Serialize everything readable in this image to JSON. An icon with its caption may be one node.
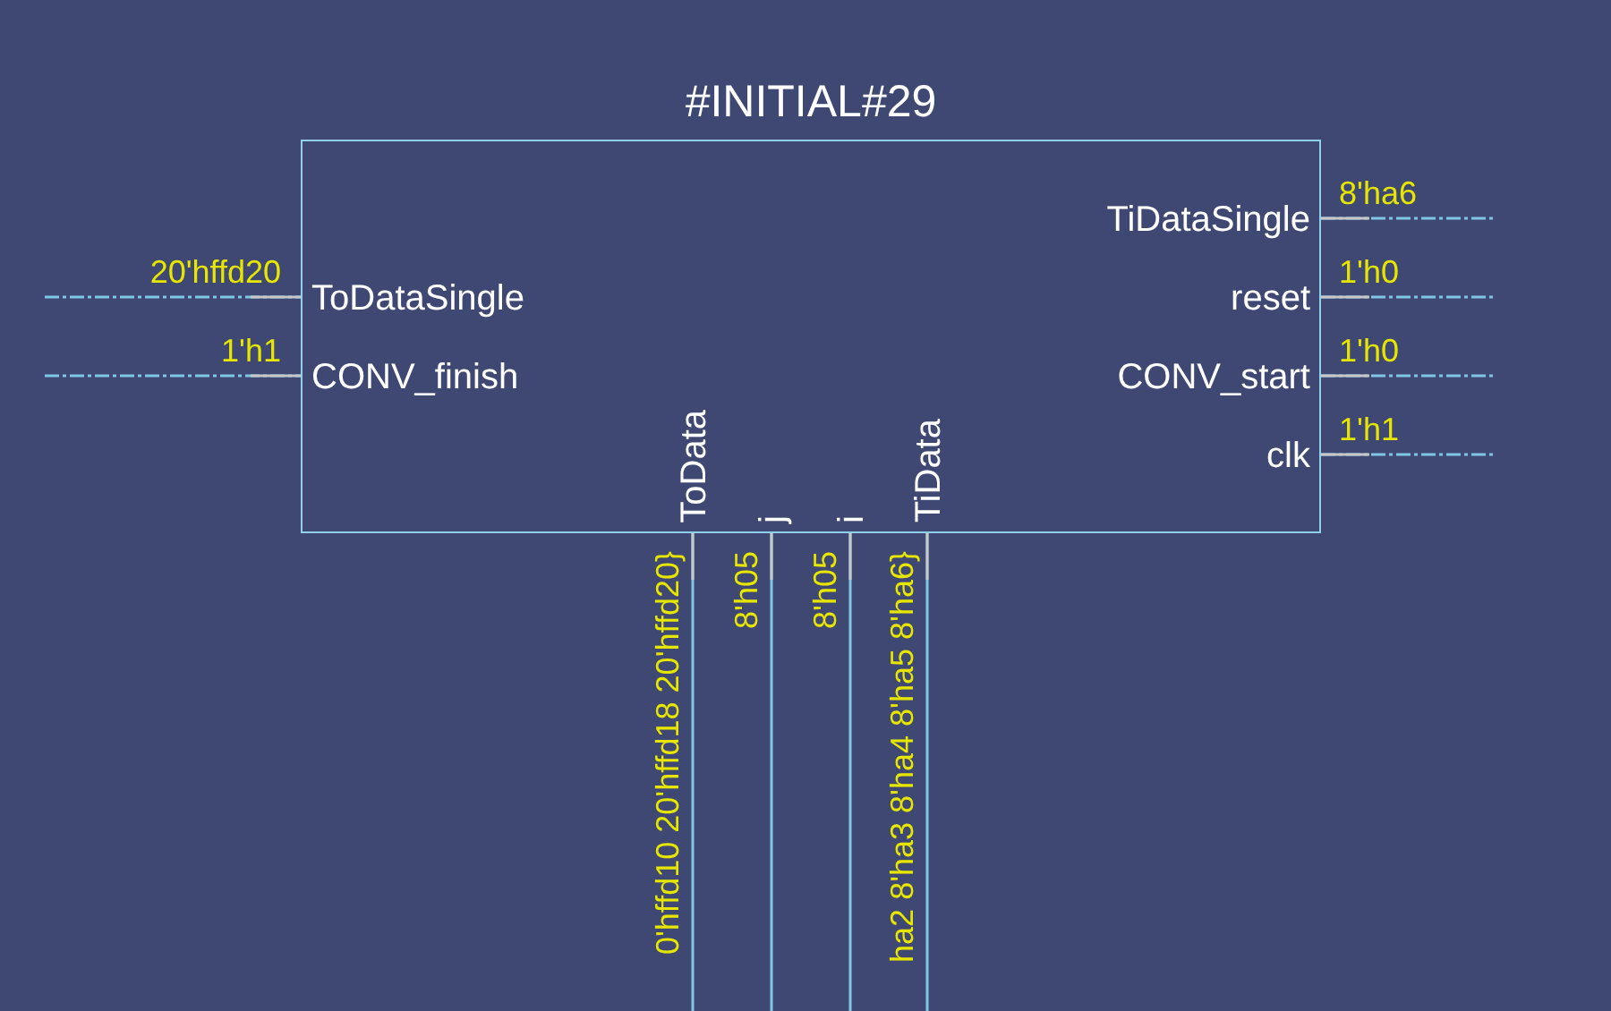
{
  "diagram": {
    "nodes": [
      {
        "text": [
          "#INITIAL#29"
        ]
      },
      {
        "text": [
          "ToDataSingle"
        ],
        "in": 0
      },
      {
        "text": [
          "CONV_finish"
        ],
        "in": 0
      },
      {
        "text": [
          "TiDataSingle"
        ],
        "in": 0
      },
      {
        "text": [
          "reset"
        ],
        "in": 0
      },
      {
        "text": [
          "CONV_start"
        ],
        "in": 0
      },
      {
        "text": [
          "clk"
        ],
        "in": 0
      },
      {
        "text": [
          "ToData"
        ],
        "in": 0
      },
      {
        "text": [
          "j"
        ],
        "in": 0
      },
      {
        "text": [
          "i"
        ],
        "in": 0
      },
      {
        "text": [
          "TiData"
        ],
        "in": 0
      }
    ],
    "edges": [
      {
        "from": null,
        "to": 1,
        "arrow": "none",
        "label": "20'hffd20",
        "style": "dashed"
      },
      {
        "from": null,
        "to": 2,
        "arrow": "none",
        "label": "1'h1",
        "style": "dashed"
      },
      {
        "from": 3,
        "to": null,
        "arrow": "none",
        "label": "8'ha6",
        "style": "dashed"
      },
      {
        "from": 4,
        "to": null,
        "arrow": "none",
        "label": "1'h0",
        "style": "dashed"
      },
      {
        "from": 5,
        "to": null,
        "arrow": "none",
        "label": "1'h0",
        "style": "dashed"
      },
      {
        "from": 6,
        "to": null,
        "arrow": "none",
        "label": "1'h1",
        "style": "dashed"
      },
      {
        "from": 7,
        "to": null,
        "arrow": "none",
        "label": "0'hffd10 20'hffd18 20'hffd20}"
      },
      {
        "from": 8,
        "to": null,
        "arrow": "none",
        "label": "8'h05"
      },
      {
        "from": 9,
        "to": null,
        "arrow": "none",
        "label": "8'h05"
      },
      {
        "from": 10,
        "to": null,
        "arrow": "none",
        "label": "ha2 8'ha3 8'ha4 8'ha5 8'ha6}"
      }
    ]
  }
}
